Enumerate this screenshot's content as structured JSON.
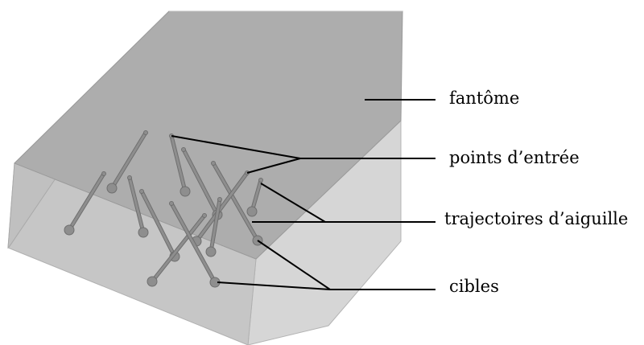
{
  "labels": {
    "phantom": "fantôme",
    "entry_points": "points d’entrée",
    "needle_trajectories": "trajectoires d’aiguille",
    "targets": "cibles"
  },
  "colors": {
    "background": "#ffffff",
    "phantom_top": "#adadad",
    "phantom_front": "#c6c6c6",
    "phantom_right": "#d6d6d6",
    "needle": "#8e8e8e",
    "needle_edge": "#6f6f6f",
    "leader_line": "#000000"
  },
  "needle_count": 12
}
